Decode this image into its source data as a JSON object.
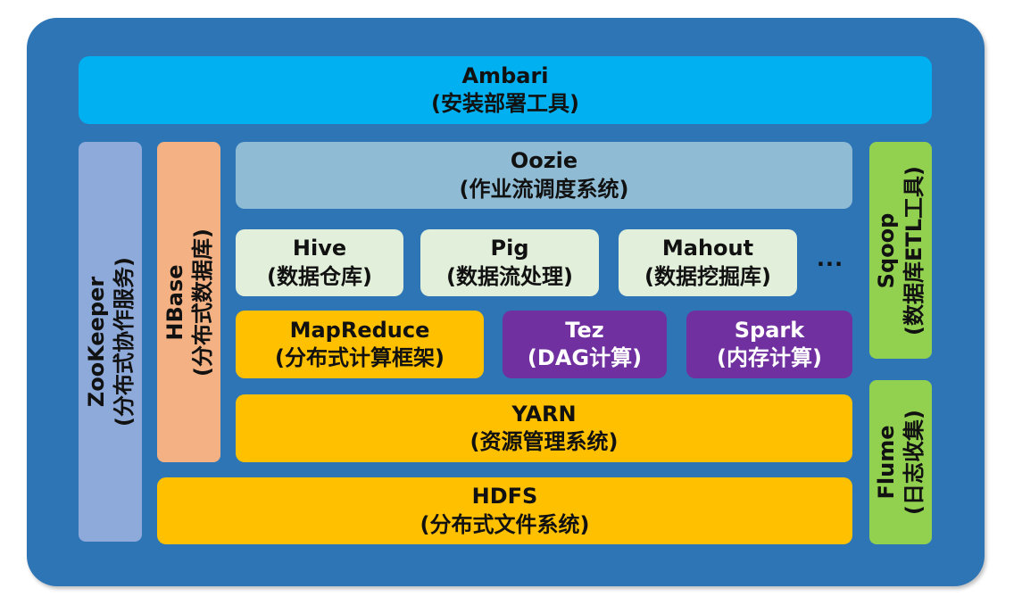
{
  "colors": {
    "frame": "#2e75b6",
    "ambari": "#00b0f0",
    "zookeeper": "#8eaadb",
    "hbase": "#f4b183",
    "oozie": "#8fbcd4",
    "light_green": "#e2efda",
    "orange": "#ffc000",
    "purple": "#7030a0",
    "green": "#92d050"
  },
  "ambari": {
    "name": "Ambari",
    "desc": "(安装部署工具)"
  },
  "zookeeper": {
    "name": "ZooKeeper",
    "desc": "(分布式协作服务)"
  },
  "hbase": {
    "name": "HBase",
    "desc": "(分布式数据库)"
  },
  "oozie": {
    "name": "Oozie",
    "desc": "(作业流调度系统)"
  },
  "hive": {
    "name": "Hive",
    "desc": "(数据仓库)"
  },
  "pig": {
    "name": "Pig",
    "desc": "(数据流处理)"
  },
  "mahout": {
    "name": "Mahout",
    "desc": "(数据挖掘库)"
  },
  "ellipsis": "...",
  "mapreduce": {
    "name": "MapReduce",
    "desc": "(分布式计算框架)"
  },
  "tez": {
    "name": "Tez",
    "desc": "(DAG计算)"
  },
  "spark": {
    "name": "Spark",
    "desc": "(内存计算)"
  },
  "yarn": {
    "name": "YARN",
    "desc": "(资源管理系统)"
  },
  "hdfs": {
    "name": "HDFS",
    "desc": "(分布式文件系统)"
  },
  "sqoop": {
    "name": "Sqoop",
    "desc": "(数据库ETL工具)"
  },
  "flume": {
    "name": "Flume",
    "desc": "(日志收集)"
  }
}
